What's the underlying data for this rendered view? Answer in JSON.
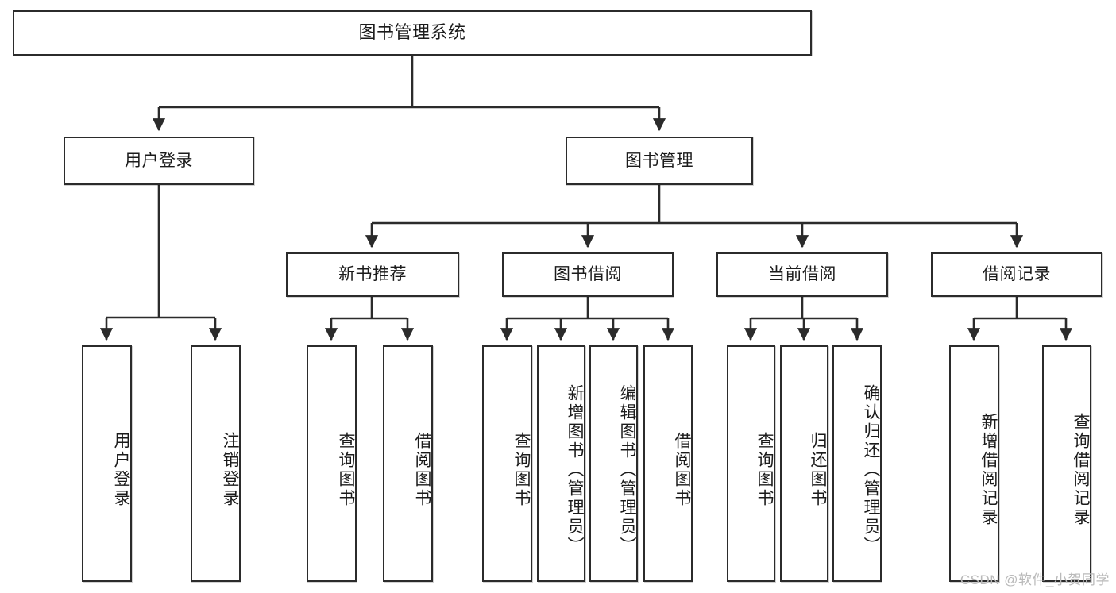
{
  "diagram": {
    "type": "tree",
    "title": "图书管理系统",
    "orientation": "top-down",
    "levels": 4,
    "colors": {
      "box_border": "#2b2b2b",
      "box_fill": "#ffffff",
      "edge": "#2b2b2b",
      "text": "#1b1b1b",
      "watermark": "#b9b9b9",
      "background": "#ffffff"
    }
  },
  "root": {
    "label": "图书管理系统"
  },
  "level1": [
    {
      "label": "用户登录"
    },
    {
      "label": "图书管理"
    }
  ],
  "level2": [
    {
      "label": "新书推荐"
    },
    {
      "label": "图书借阅"
    },
    {
      "label": "当前借阅"
    },
    {
      "label": "借阅记录"
    }
  ],
  "leaves": {
    "user_login": [
      {
        "label": "用户登录"
      },
      {
        "label": "注销登录"
      }
    ],
    "new_book_recommend": [
      {
        "label": "查询图书"
      },
      {
        "label": "借阅图书"
      }
    ],
    "book_borrow": [
      {
        "label": "查询图书"
      },
      {
        "label": "新增图书（管理员）"
      },
      {
        "label": "编辑图书（管理员）"
      },
      {
        "label": "借阅图书"
      }
    ],
    "current_borrow": [
      {
        "label": "查询图书"
      },
      {
        "label": "归还图书"
      },
      {
        "label": "确认归还（管理员）"
      }
    ],
    "borrow_record": [
      {
        "label": "新增借阅记录"
      },
      {
        "label": "查询借阅记录"
      }
    ]
  },
  "watermark": {
    "text": "CSDN @软件_小贺同学"
  }
}
